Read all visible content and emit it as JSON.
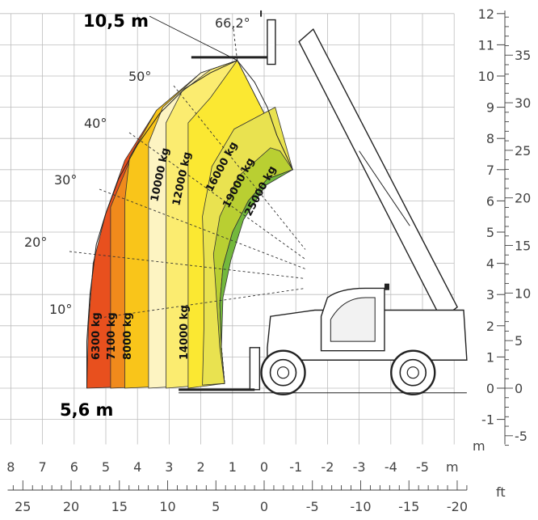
{
  "chart_data": {
    "type": "area",
    "title": "",
    "xlabel": "m",
    "ylabel": "",
    "x_unit_left": "m",
    "y_unit_bottom": "m",
    "x_unit_ft": "ft",
    "y_unit_ft": "ft",
    "xlim": [
      8,
      -6
    ],
    "ylim": [
      -1.8,
      12
    ],
    "grid": true,
    "x_ticks_m": [
      "8",
      "7",
      "6",
      "5",
      "4",
      "3",
      "2",
      "1",
      "0",
      "-1",
      "-2",
      "-3",
      "-4",
      "-5"
    ],
    "x_ticks_ft": [
      "25",
      "20",
      "15",
      "10",
      "5",
      "0",
      "-5",
      "-10",
      "-15",
      "-20"
    ],
    "y_ticks_m": [
      "12",
      "11",
      "10",
      "9",
      "8",
      "7",
      "6",
      "5",
      "4",
      "3",
      "2",
      "1",
      "0",
      "-1"
    ],
    "y_ticks_ft": [
      "35",
      "30",
      "25",
      "20",
      "15",
      "10",
      "5",
      "0",
      "-5"
    ],
    "max_height": "10,5 m",
    "max_reach": "5,6 m",
    "max_angle": "66,2°",
    "angles": [
      "10°",
      "20°",
      "30°",
      "40°",
      "50°"
    ],
    "series": [
      {
        "name": "6300 kg",
        "color": "#e8501e"
      },
      {
        "name": "7100 kg",
        "color": "#f08a1c"
      },
      {
        "name": "8000 kg",
        "color": "#f9c51a"
      },
      {
        "name": "10000 kg",
        "color": "#fdf4c2"
      },
      {
        "name": "12000 kg",
        "color": "#fbec70"
      },
      {
        "name": "14000 kg",
        "color": "#fbe832"
      },
      {
        "name": "16000 kg",
        "color": "#e9e250"
      },
      {
        "name": "19000 kg",
        "color": "#b9cf32"
      },
      {
        "name": "25000 kg",
        "color": "#73b83c"
      }
    ],
    "boundaries": [
      [
        [
          5.6,
          0
        ],
        [
          5.55,
          2
        ],
        [
          5.4,
          4
        ],
        [
          5.0,
          5.6
        ],
        [
          4.4,
          7.3
        ],
        [
          3.4,
          8.9
        ],
        [
          2.0,
          10.1
        ],
        [
          0.85,
          10.5
        ]
      ],
      [
        [
          4.85,
          0
        ],
        [
          4.85,
          2
        ],
        [
          4.85,
          4
        ],
        [
          4.85,
          5.8
        ],
        [
          4.2,
          7.4
        ],
        [
          3.3,
          8.9
        ],
        [
          2.0,
          10.1
        ],
        [
          0.85,
          10.5
        ]
      ],
      [
        [
          4.4,
          0
        ],
        [
          4.4,
          2
        ],
        [
          4.4,
          4
        ],
        [
          4.4,
          6
        ],
        [
          4.25,
          7.4
        ],
        [
          3.4,
          8.9
        ],
        [
          2.0,
          10.1
        ],
        [
          0.85,
          10.5
        ]
      ],
      [
        [
          3.65,
          0
        ],
        [
          3.65,
          2
        ],
        [
          3.65,
          4
        ],
        [
          3.65,
          6.2
        ],
        [
          3.65,
          7.85
        ],
        [
          3.2,
          9.0
        ],
        [
          2.0,
          10.1
        ],
        [
          0.85,
          10.5
        ]
      ],
      [
        [
          3.1,
          0
        ],
        [
          3.1,
          2
        ],
        [
          3.1,
          4
        ],
        [
          3.1,
          6.6
        ],
        [
          3.1,
          8.5
        ],
        [
          2.6,
          9.5
        ],
        [
          1.7,
          10.2
        ],
        [
          0.85,
          10.5
        ]
      ],
      [
        [
          2.4,
          0
        ],
        [
          2.4,
          2
        ],
        [
          2.4,
          4
        ],
        [
          2.4,
          6.7
        ],
        [
          2.4,
          8.5
        ],
        [
          1.7,
          9.3
        ],
        [
          0.85,
          10.5
        ]
      ],
      [
        [
          1.95,
          0.1
        ],
        [
          1.9,
          2
        ],
        [
          1.9,
          4
        ],
        [
          1.95,
          5.5
        ],
        [
          1.65,
          7.1
        ],
        [
          0.95,
          8.3
        ],
        [
          -0.35,
          9.0
        ]
      ],
      [
        [
          1.25,
          0.15
        ],
        [
          1.4,
          1.3
        ],
        [
          1.5,
          2.8
        ],
        [
          1.6,
          4.3
        ],
        [
          1.4,
          5.5
        ],
        [
          0.8,
          6.8
        ],
        [
          -0.2,
          7.7
        ],
        [
          -0.5,
          7.6
        ]
      ],
      [
        [
          1.25,
          0.15
        ],
        [
          1.35,
          1.3
        ],
        [
          1.3,
          2.9
        ],
        [
          1.05,
          4.1
        ],
        [
          0.65,
          5.4
        ],
        [
          -0.05,
          6.5
        ],
        [
          -0.9,
          7.0
        ]
      ]
    ],
    "outer": [
      [
        5.6,
        0
      ],
      [
        5.6,
        1.5
      ],
      [
        5.5,
        3
      ],
      [
        5.3,
        4.6
      ],
      [
        5.0,
        5.6
      ],
      [
        4.6,
        6.7
      ],
      [
        4.0,
        7.8
      ],
      [
        3.3,
        8.8
      ],
      [
        2.5,
        9.6
      ],
      [
        1.7,
        10.1
      ],
      [
        0.85,
        10.5
      ],
      [
        0.3,
        9.8
      ],
      [
        -0.1,
        9.0
      ],
      [
        -0.4,
        8.1
      ],
      [
        -0.9,
        7.0
      ]
    ],
    "inner": [
      [
        1.25,
        0.15
      ],
      [
        1.35,
        1.3
      ],
      [
        1.4,
        2.7
      ],
      [
        1.3,
        3.9
      ],
      [
        1.0,
        5.0
      ],
      [
        0.5,
        6.0
      ],
      [
        -0.1,
        6.7
      ],
      [
        -0.9,
        7.0
      ]
    ]
  }
}
